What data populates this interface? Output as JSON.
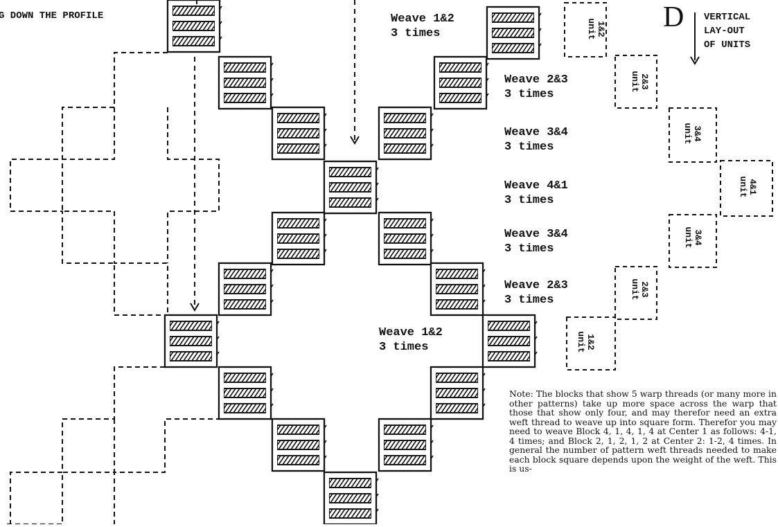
{
  "header": {
    "profile_caption": "G DOWN THE PROFILE",
    "corner_letter": "D",
    "corner_title_lines": [
      "VERTICAL",
      "LAY-OUT",
      "OF UNITS"
    ]
  },
  "weave_labels": [
    {
      "line1": "Weave 1&2",
      "line2": "3 times"
    },
    {
      "line1": "Weave 2&3",
      "line2": "3 times"
    },
    {
      "line1": "Weave 3&4",
      "line2": "3 times"
    },
    {
      "line1": "Weave 4&1",
      "line2": "3 times"
    },
    {
      "line1": "Weave 3&4",
      "line2": "3 times"
    },
    {
      "line1": "Weave 2&3",
      "line2": "3 times"
    },
    {
      "line1": "Weave 1&2",
      "line2": "3 times"
    }
  ],
  "units": [
    {
      "line1": "1&2",
      "line2": "unit"
    },
    {
      "line1": "2&3",
      "line2": "unit"
    },
    {
      "line1": "3&4",
      "line2": "unit"
    },
    {
      "line1": "4&1",
      "line2": "unit"
    },
    {
      "line1": "3&4",
      "line2": "unit"
    },
    {
      "line1": "2&3",
      "line2": "unit"
    },
    {
      "line1": "1&2",
      "line2": "unit"
    }
  ],
  "note": "Note: The blocks that show 5 warp threads (or many more in other patterns) take up more space across the warp that those that show only four, and may therefor need an extra weft thread to weave up into square form. Therefor you may need to weave Block 4, 1, 4, 1, 4 at Center 1 as follows: 4-1, 4 times; and Block 2, 1, 2, 1, 2 at Center 2: 1-2, 4 times. In general the number of pattern weft threads needed to make each block square depends upon the weight of the weft. This is us-",
  "colors": {
    "ink": "#111111",
    "paper": "#ffffff"
  }
}
